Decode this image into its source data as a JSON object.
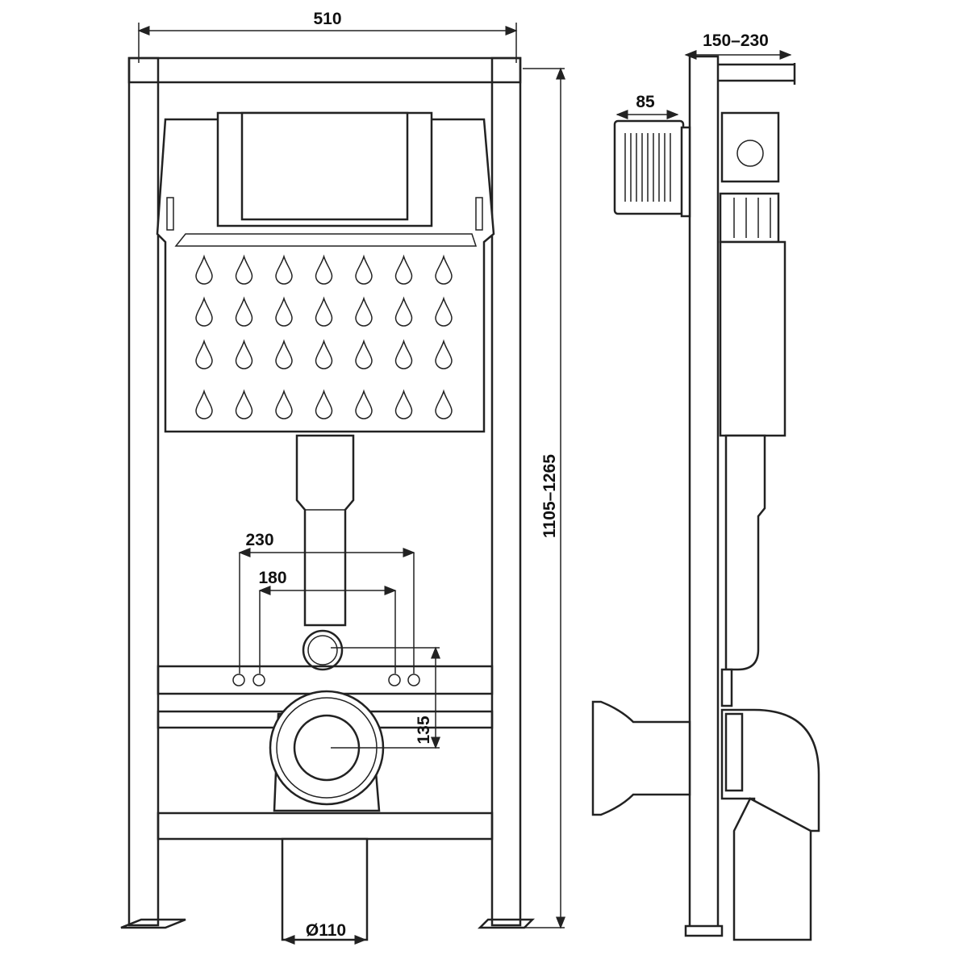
{
  "dimensions": {
    "frame_width": "510",
    "frame_height": "1105–1265",
    "depth_range": "150–230",
    "button_depth": "85",
    "outer_bolt_spacing": "230",
    "inner_bolt_spacing": "180",
    "outlet_offset": "135",
    "drain_diameter": "Ø110"
  },
  "pattern": {
    "drop_columns": 7,
    "drop_rows": 4
  },
  "colors": {
    "line": "#222222",
    "background": "#ffffff"
  }
}
